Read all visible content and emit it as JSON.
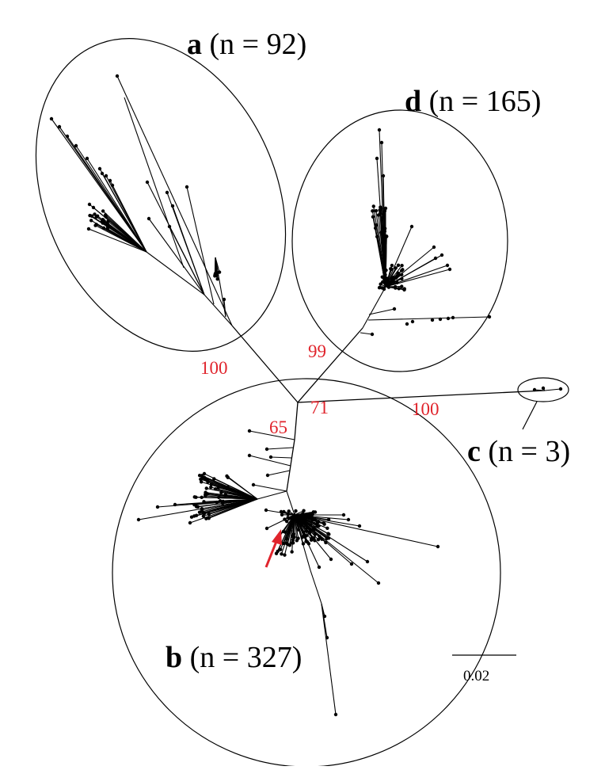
{
  "figure": {
    "clusters": [
      {
        "id": "a",
        "letter": "a",
        "count_text": " (n = 92)",
        "n": 92
      },
      {
        "id": "b",
        "letter": "b",
        "count_text": " (n = 327)",
        "n": 327
      },
      {
        "id": "c",
        "letter": "c",
        "count_text": " (n = 3)",
        "n": 3
      },
      {
        "id": "d",
        "letter": "d",
        "count_text": " (n = 165)",
        "n": 165
      }
    ],
    "bootstrap": [
      {
        "id": "a",
        "value": "100"
      },
      {
        "id": "d",
        "value": "99"
      },
      {
        "id": "center",
        "value": "71"
      },
      {
        "id": "c",
        "value": "100"
      },
      {
        "id": "b",
        "value": "65"
      }
    ],
    "scale_bar": {
      "label": "0.02",
      "value": 0.02
    },
    "colors": {
      "tree": "#000000",
      "bootstrap": "#e0242c",
      "arrow": "#e0242c"
    }
  }
}
